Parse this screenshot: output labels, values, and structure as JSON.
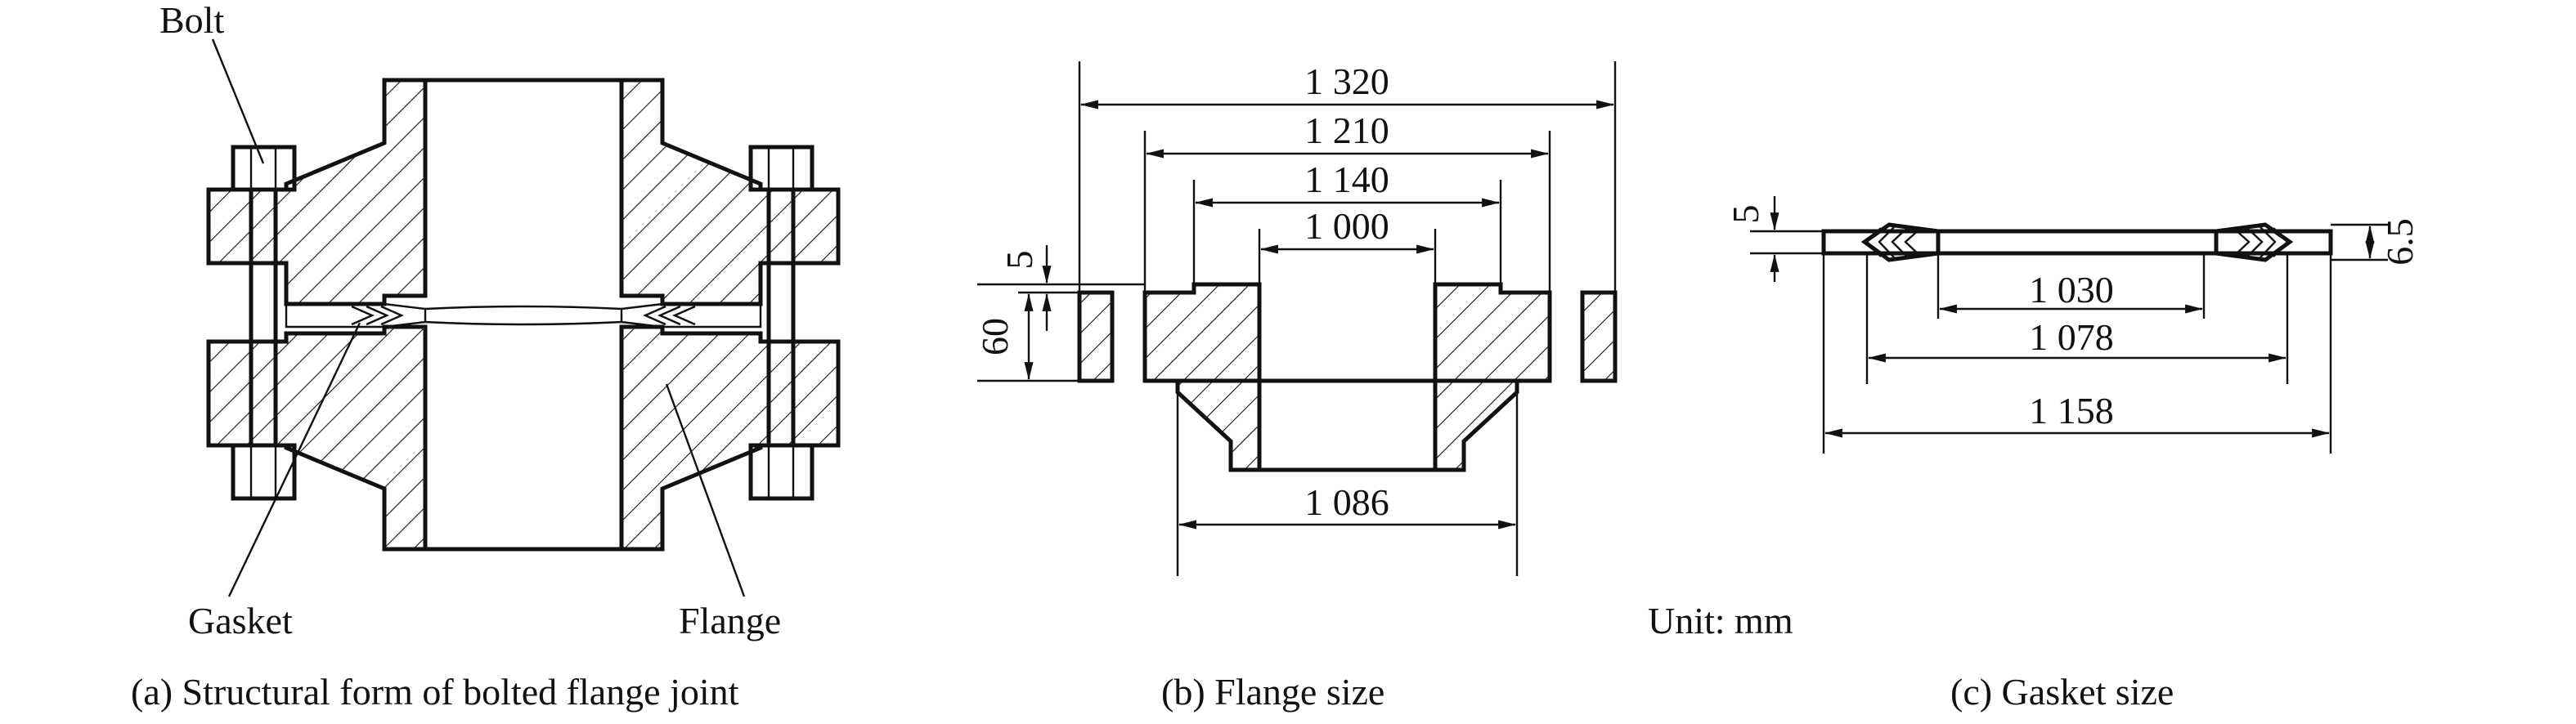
{
  "labels": {
    "bolt": "Bolt",
    "gasket": "Gasket",
    "flange": "Flange",
    "unit": "Unit: mm"
  },
  "captions": {
    "a": "(a) Structural form of bolted flange joint",
    "b": "(b) Flange size",
    "c": "(c) Gasket size"
  },
  "flange_dims": {
    "d1320": "1 320",
    "d1210": "1 210",
    "d1140": "1 140",
    "d1000": "1 000",
    "d1086": "1 086",
    "d5": "5",
    "d60": "60"
  },
  "gasket_dims": {
    "d5": "5",
    "d65": "6.5",
    "d1030": "1 030",
    "d1078": "1 078",
    "d1158": "1 158"
  }
}
